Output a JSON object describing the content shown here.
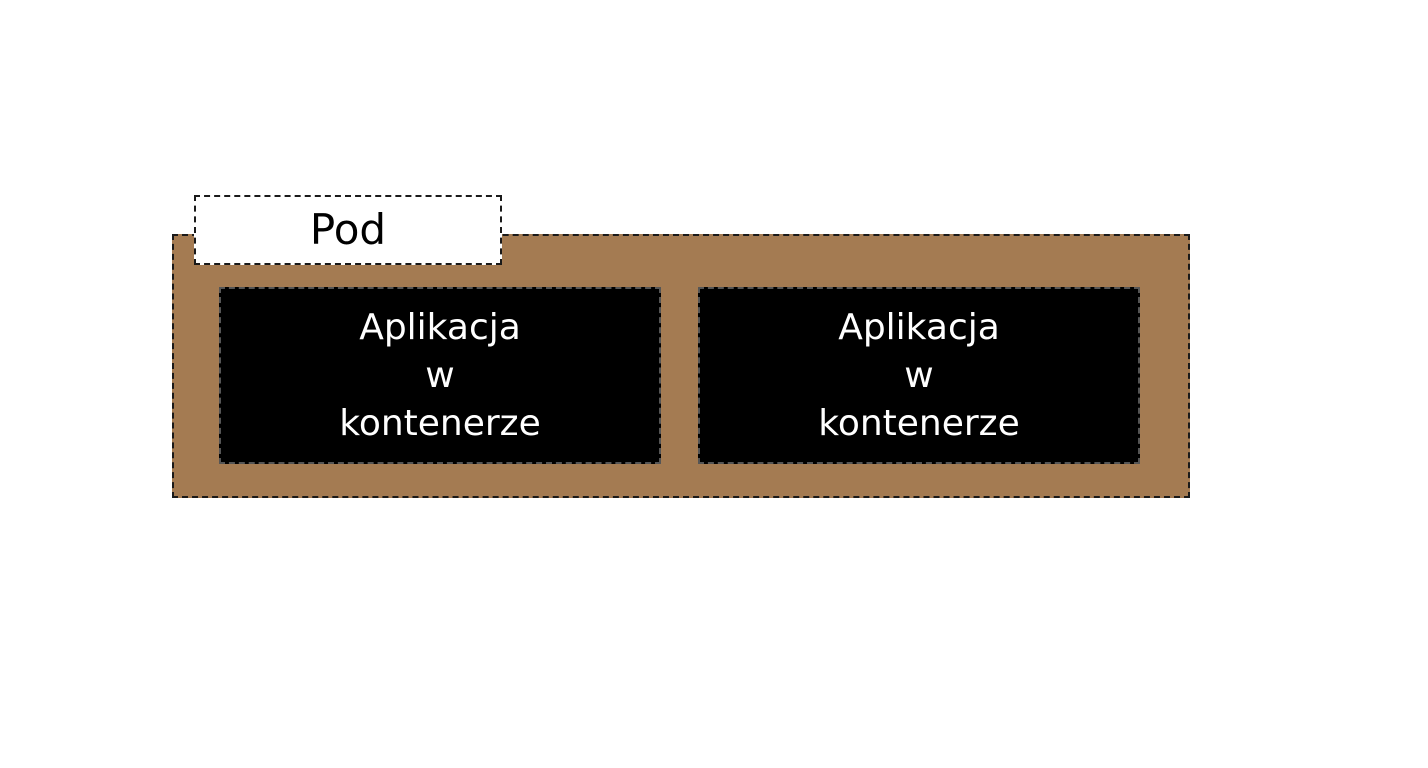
{
  "colors": {
    "pod_fill": "#a47b52",
    "container_fill": "#000000",
    "container_text": "#ffffff",
    "tab_fill": "#ffffff",
    "tab_text": "#000000"
  },
  "pod": {
    "label": "Pod",
    "containers": [
      {
        "lines": [
          "Aplikacja",
          "w",
          "kontenerze"
        ]
      },
      {
        "lines": [
          "Aplikacja",
          "w",
          "kontenerze"
        ]
      }
    ]
  }
}
